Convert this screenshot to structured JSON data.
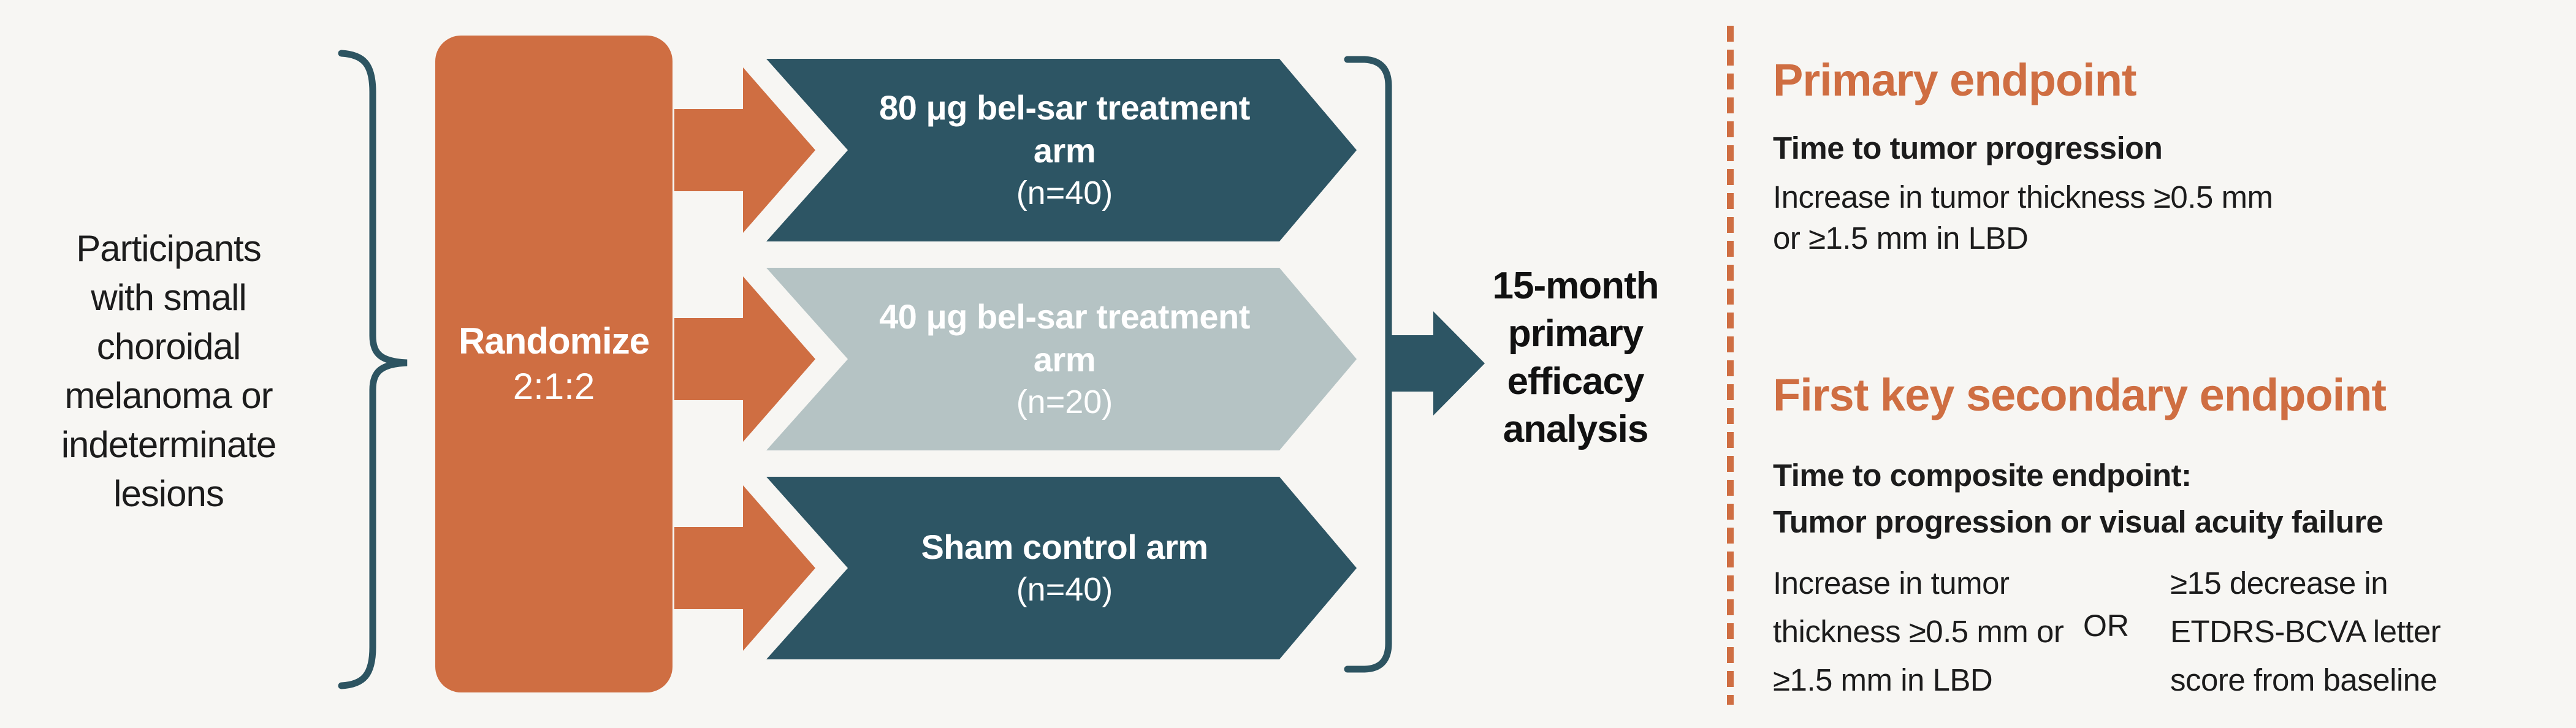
{
  "palette": {
    "background": "#f7f6f3",
    "orange": "#cf6e42",
    "teal": "#2d5564",
    "sage": "#b5c3c4",
    "text_black": "#1c1c1c",
    "text_white": "#ffffff"
  },
  "left": {
    "participants": "Participants\nwith small\nchoroidal\nmelanoma or\nindeterminate\nlesions"
  },
  "randomize": {
    "label": "Randomize",
    "ratio": "2:1:2"
  },
  "arms": [
    {
      "name": "80 μg bel-sar treatment\narm",
      "n": "(n=40)",
      "color": "#2d5564"
    },
    {
      "name": "40 μg bel-sar treatment\narm",
      "n": "(n=20)",
      "color": "#b5c3c4"
    },
    {
      "name": "Sham control arm",
      "n": "(n=40)",
      "color": "#2d5564"
    }
  ],
  "analysis": {
    "label": "15-month\nprimary\nefficacy\nanalysis"
  },
  "endpoints": {
    "primary": {
      "heading": "Primary endpoint",
      "subheading": "Time to tumor progression",
      "detail": "Increase in tumor thickness ≥0.5 mm\nor ≥1.5 mm in LBD"
    },
    "secondary": {
      "heading": "First key secondary endpoint",
      "subheading": "Time to composite endpoint:\nTumor progression or visual acuity failure",
      "option1": "Increase in tumor\nthickness ≥0.5 mm or\n≥1.5 mm in LBD",
      "connector": "OR",
      "option2": "≥15 decrease in\nETDRS-BCVA letter\nscore from baseline"
    }
  }
}
